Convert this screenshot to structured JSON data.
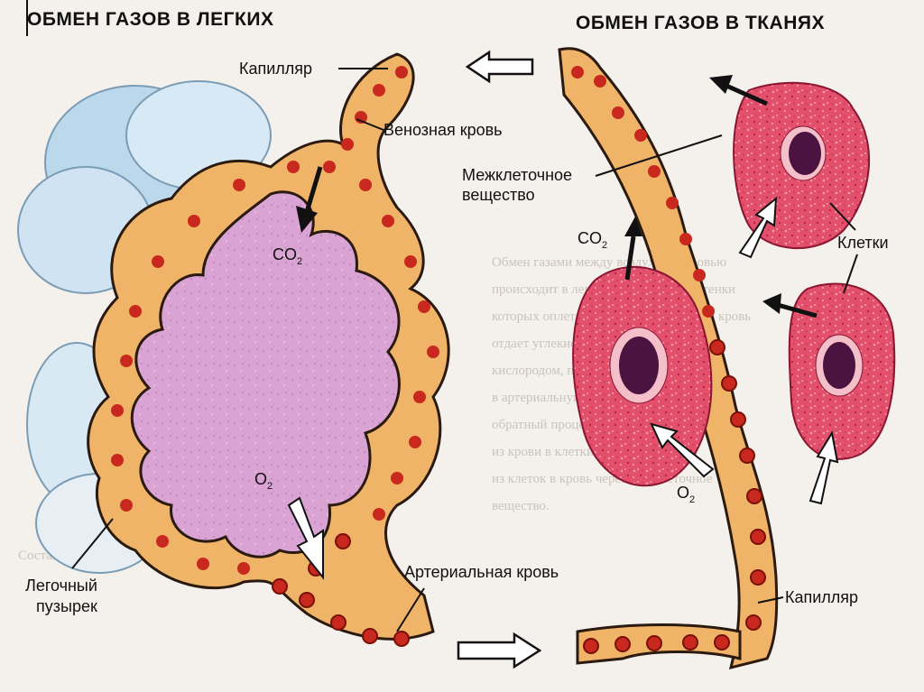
{
  "lungs": {
    "title": "ОБМЕН ГАЗОВ В ЛЕГКИХ",
    "capillary": "Капилляр",
    "venous_blood": "Венозная кровь",
    "co2_main": "CO",
    "co2_sub": "2",
    "o2_main": "O",
    "o2_sub": "2",
    "arterial_blood": "Артериальная кровь",
    "alveolus_line1": "Легочный",
    "alveolus_line2": "пузырек"
  },
  "tissues": {
    "title": "ОБМЕН ГАЗОВ В ТКАНЯХ",
    "interstitial_line1": "Межклеточное",
    "interstitial_line2": "вещество",
    "cells": "Клетки",
    "co2_main": "CO",
    "co2_sub": "2",
    "o2_main": "O",
    "o2_sub": "2",
    "capillary": "Капилляр"
  },
  "colors": {
    "capillary_fill": "#f0b468",
    "capillary_edge": "#2a1a10",
    "blood_cell": "#c8281e",
    "alveolus": "#d79ad0",
    "cell_body": "#e04a66",
    "nucleus": "#4a1340",
    "lung_blue": "#bcd9ec",
    "background": "#f4f1ec"
  }
}
